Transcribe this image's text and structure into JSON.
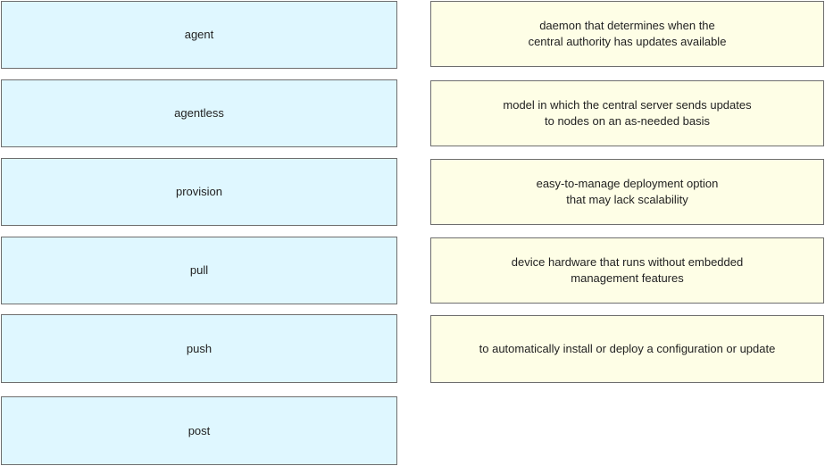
{
  "terms": [
    {
      "label": "agent"
    },
    {
      "label": "agentless"
    },
    {
      "label": "provision"
    },
    {
      "label": "pull"
    },
    {
      "label": "push"
    },
    {
      "label": "post"
    }
  ],
  "definitions": [
    {
      "line1": "daemon that determines when the",
      "line2": "central authority has updates available"
    },
    {
      "line1": "model in which the central server sends updates",
      "line2": "to nodes on an as-needed basis"
    },
    {
      "line1": "easy-to-manage deployment option",
      "line2": "that may lack scalability"
    },
    {
      "line1": "device hardware that runs without embedded",
      "line2": "management features"
    },
    {
      "line1": "to automatically install or deploy a configuration or update",
      "line2": ""
    }
  ]
}
